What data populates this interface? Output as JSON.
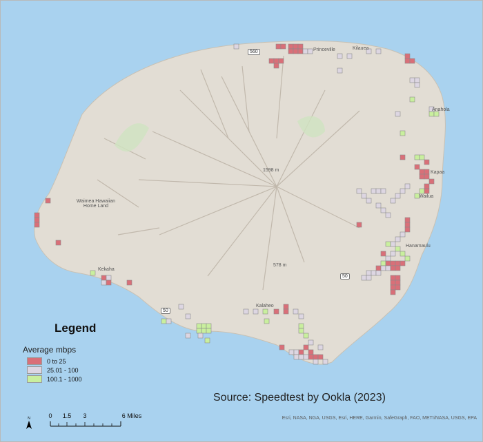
{
  "map": {
    "colors": {
      "ocean": "#a9d2ef",
      "land": "#e2ddd4",
      "ridge": "#b9b0a3",
      "cat_low": "#d96f78",
      "cat_mid": "#ddd6e2",
      "cat_high": "#c9ef9e"
    },
    "place_labels": [
      "Princeville",
      "Kilauea",
      "Anahola",
      "Kapaa",
      "Wailua",
      "Hanamaulu",
      "Kalaheo",
      "Kekaha",
      "Waimea Hawaiian Home Land",
      "1598 m",
      "578 m"
    ],
    "road_shields": [
      "560",
      "50",
      "50"
    ]
  },
  "legend": {
    "title": "Legend",
    "subtitle": "Average mbps",
    "items": [
      {
        "label": "0 to 25",
        "color": "#d96f78"
      },
      {
        "label": "25.01 - 100",
        "color": "#ddd6e2"
      },
      {
        "label": "100.1 - 1000",
        "color": "#c9ef9e"
      }
    ]
  },
  "source": "Source: Speedtest by Ookla (2023)",
  "attribution": "Esri, NASA, NGA, USGS, Esri, HERE, Garmin, SafeGraph, FAO, METI/NASA, USGS, EPA",
  "scalebar": {
    "labels": [
      "0",
      "1.5",
      "3",
      "6 Miles"
    ]
  },
  "north_arrow": "N"
}
